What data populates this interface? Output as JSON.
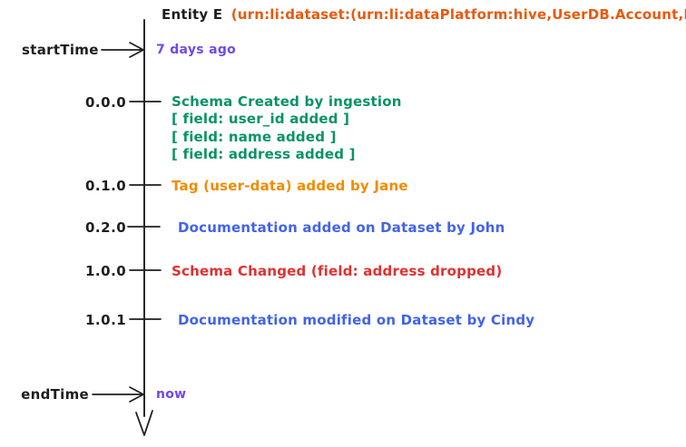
{
  "colors": {
    "ink": "#1e1e1e",
    "urn": "#e8590c",
    "time": "#7048e8",
    "schema_create": "#099268",
    "tag": "#f08c00",
    "documentation": "#4263eb",
    "schema_change": "#e03131"
  },
  "header": {
    "entity_label": "Entity E",
    "urn": "(urn:li:dataset:(urn:li:dataPlatform:hive,UserDB.Account,PROD)"
  },
  "timeline": {
    "start": {
      "label": "startTime",
      "value": "7 days ago"
    },
    "end": {
      "label": "endTime",
      "value": "now"
    },
    "versions": [
      {
        "version": "0.0.0",
        "color": "#099268",
        "lines": [
          "Schema Created by ingestion",
          "[ field: user_id added ]",
          "[ field: name added ]",
          "[ field: address added ]"
        ]
      },
      {
        "version": "0.1.0",
        "color": "#f08c00",
        "lines": [
          "Tag (user-data) added by Jane"
        ]
      },
      {
        "version": "0.2.0",
        "color": "#4263eb",
        "lines": [
          "Documentation added on Dataset by John"
        ]
      },
      {
        "version": "1.0.0",
        "color": "#e03131",
        "lines": [
          "Schema Changed (field: address dropped)"
        ]
      },
      {
        "version": "1.0.1",
        "color": "#4263eb",
        "lines": [
          "Documentation modified on Dataset by Cindy"
        ]
      }
    ]
  }
}
